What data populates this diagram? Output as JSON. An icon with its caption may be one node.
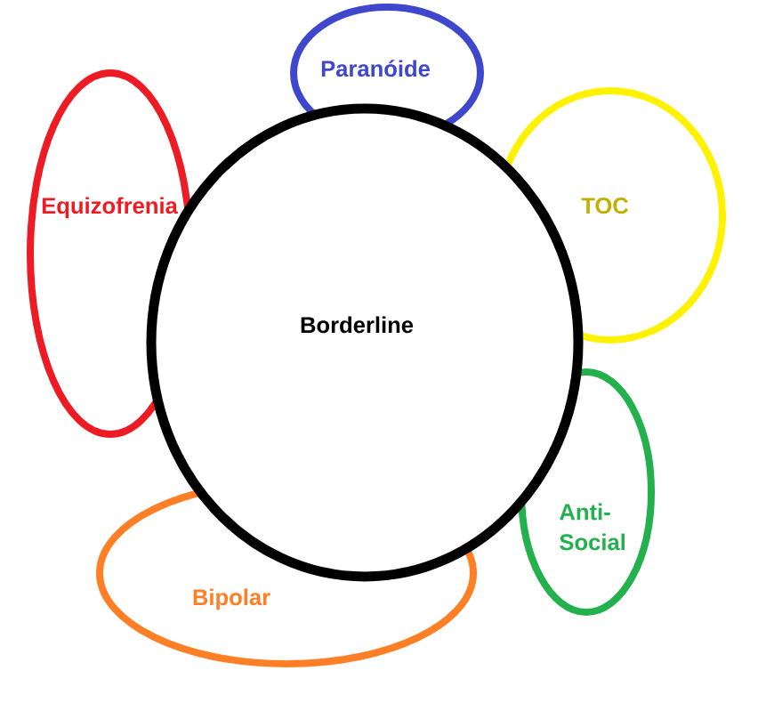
{
  "diagram": {
    "nodes": [
      {
        "text": [
          "Paranóide"
        ]
      },
      {
        "text": [
          "Equizofrenia"
        ]
      },
      {
        "text": [
          "TOC"
        ]
      },
      {
        "text": [
          "Borderline"
        ]
      },
      {
        "text": [
          "Anti- Social"
        ]
      },
      {
        "text": [
          "Bipolar"
        ]
      }
    ]
  }
}
